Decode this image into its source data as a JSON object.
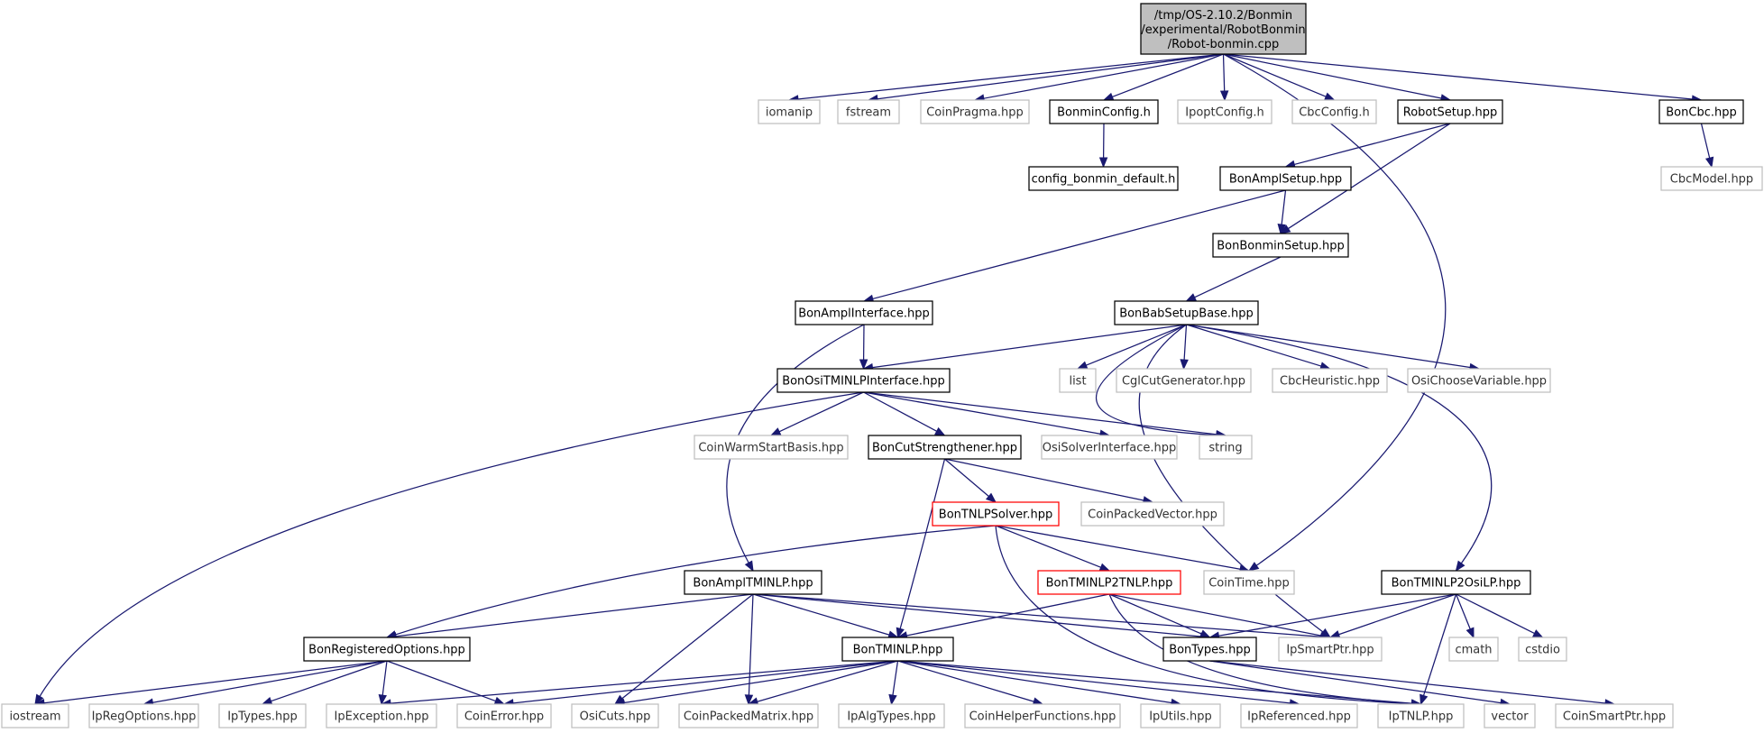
{
  "root": {
    "lines": [
      "/tmp/OS-2.10.2/Bonmin",
      "/experimental/RobotBonmin",
      "/Robot-bonmin.cpp"
    ]
  },
  "nodes": {
    "iomanip": "iomanip",
    "fstream": "fstream",
    "coinpragma": "CoinPragma.hpp",
    "bonminconfig": "BonminConfig.h",
    "ipoptconfig": "IpoptConfig.h",
    "cbcconfig": "CbcConfig.h",
    "robotsetup": "RobotSetup.hpp",
    "boncbc": "BonCbc.hpp",
    "config_default": "config_bonmin_default.h",
    "cbcmodel": "CbcModel.hpp",
    "bonamplsetup": "BonAmplSetup.hpp",
    "bonbonminsetup": "BonBonminSetup.hpp",
    "bonamplinterface": "BonAmplInterface.hpp",
    "bonbabsetupbase": "BonBabSetupBase.hpp",
    "bonosi": "BonOsiTMINLPInterface.hpp",
    "list": "list",
    "cglcut": "CglCutGenerator.hpp",
    "cbcheur": "CbcHeuristic.hpp",
    "osichoose": "OsiChooseVariable.hpp",
    "coinwarm": "CoinWarmStartBasis.hpp",
    "boncutstr": "BonCutStrengthener.hpp",
    "osisolver": "OsiSolverInterface.hpp",
    "string": "string",
    "bontnlpsolver": "BonTNLPSolver.hpp",
    "coinpackedvec": "CoinPackedVector.hpp",
    "bonampltminlp": "BonAmplTMINLP.hpp",
    "bontminlp2tnlp": "BonTMINLP2TNLP.hpp",
    "cointime": "CoinTime.hpp",
    "bontminlp2osilp": "BonTMINLP2OsiLP.hpp",
    "bonregopts": "BonRegisteredOptions.hpp",
    "bontminlp": "BonTMINLP.hpp",
    "bontypes": "BonTypes.hpp",
    "ipsmartptr": "IpSmartPtr.hpp",
    "cmath": "cmath",
    "cstdio": "cstdio",
    "iostream": "iostream",
    "ipregopts": "IpRegOptions.hpp",
    "iptypes": "IpTypes.hpp",
    "ipexception": "IpException.hpp",
    "coinerror": "CoinError.hpp",
    "osicuts": "OsiCuts.hpp",
    "coinpackedmat": "CoinPackedMatrix.hpp",
    "ipalgtypes": "IpAlgTypes.hpp",
    "coinhelper": "CoinHelperFunctions.hpp",
    "iputils": "IpUtils.hpp",
    "ipreferenced": "IpReferenced.hpp",
    "iptnlp": "IpTNLP.hpp",
    "vector": "vector",
    "coinsmartptr": "CoinSmartPtr.hpp"
  },
  "colors": {
    "edge": "#191970",
    "root_fill": "#bfbfbf",
    "external_border": "#bfbfbf",
    "highlighted_border": "#ff0000",
    "normal_border": "#000000"
  }
}
